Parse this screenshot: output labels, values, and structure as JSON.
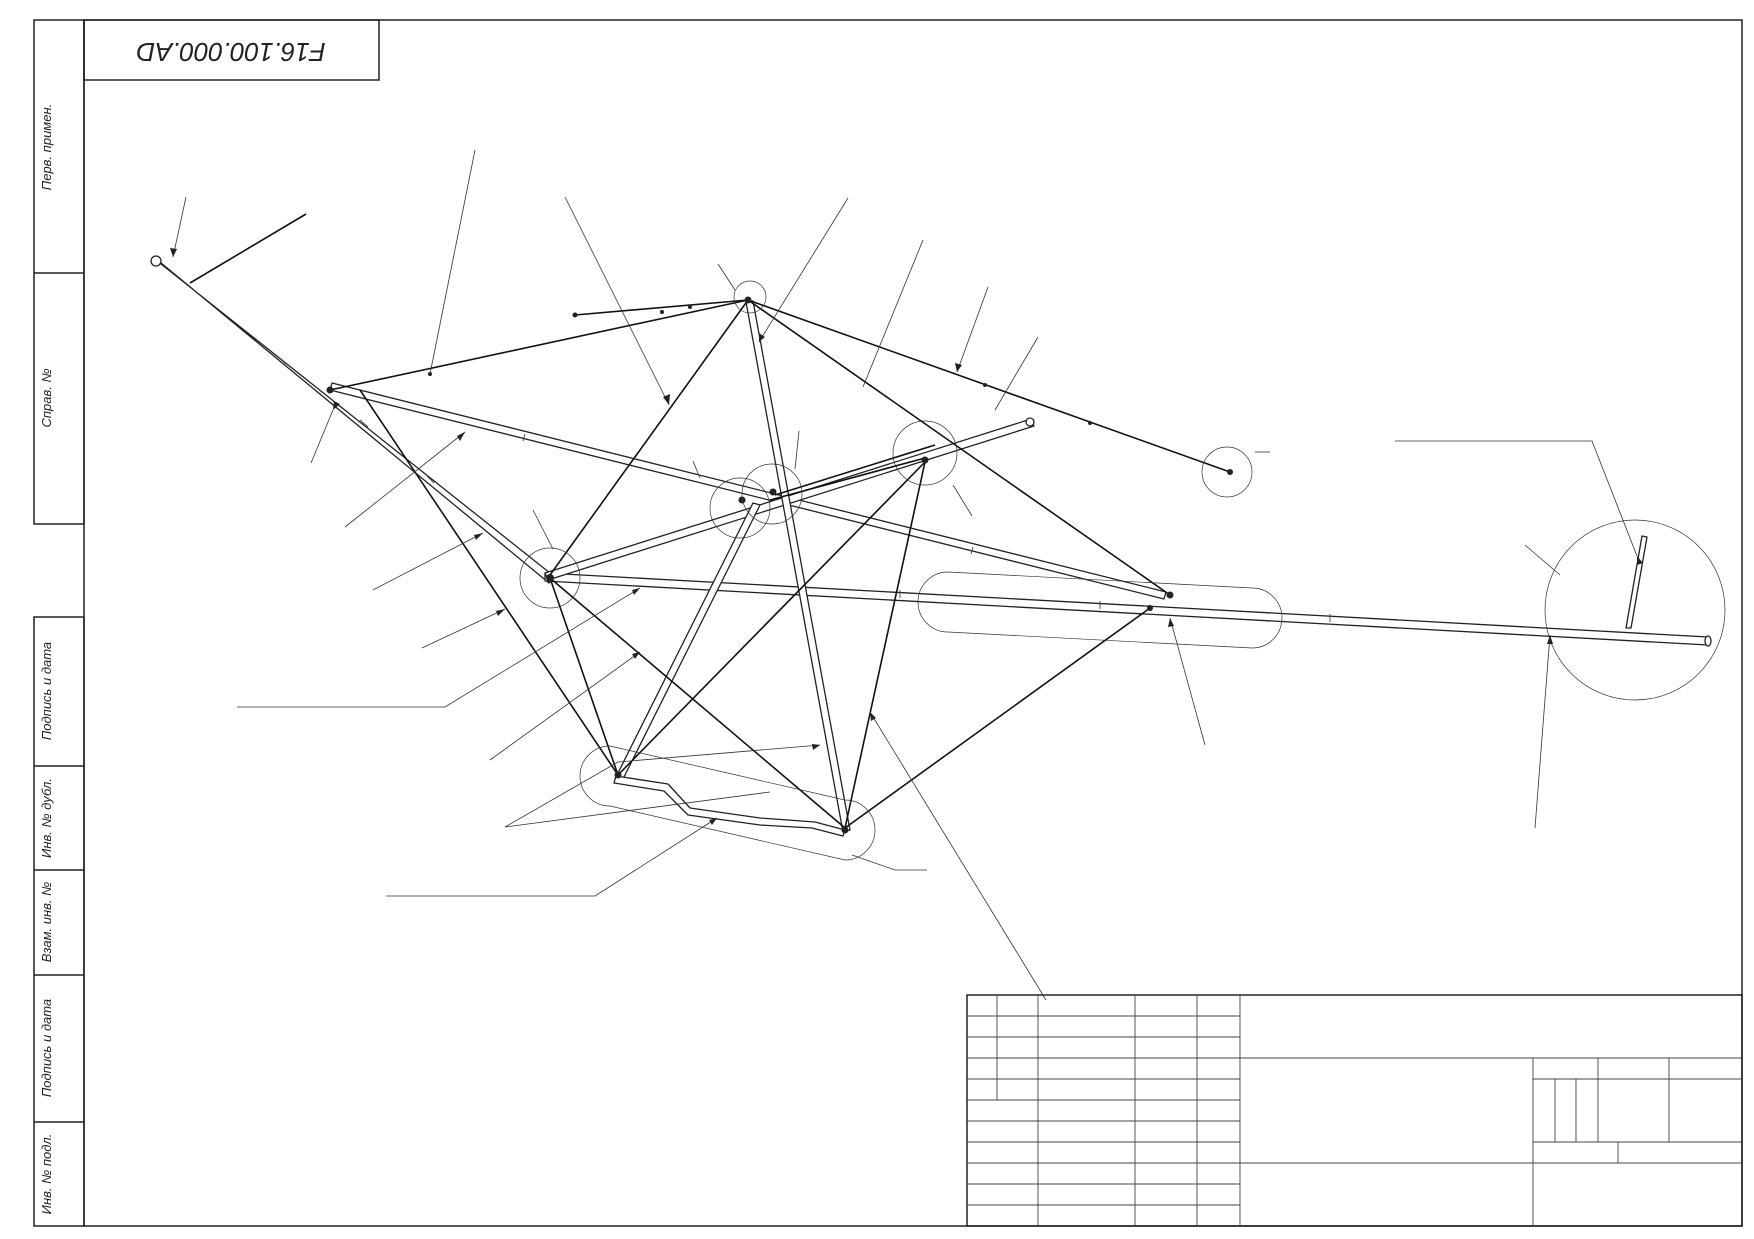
{
  "drawing": {
    "designation": "F16.100.000.AD",
    "colors": {
      "line": "#222222",
      "paper": "#ffffff"
    }
  },
  "side_strip": {
    "labels": {
      "perv_primen": "Перв. примен.",
      "sprav_no": "Справ. №",
      "podpis_data_1": "Подпись и дата",
      "inv_no_dubl": "Инв. № дубл.",
      "vzam_inv_no": "Взам. инв. №",
      "podpis_data_2": "Подпись и дата",
      "inv_no_podl": "Инв. № подл."
    }
  }
}
